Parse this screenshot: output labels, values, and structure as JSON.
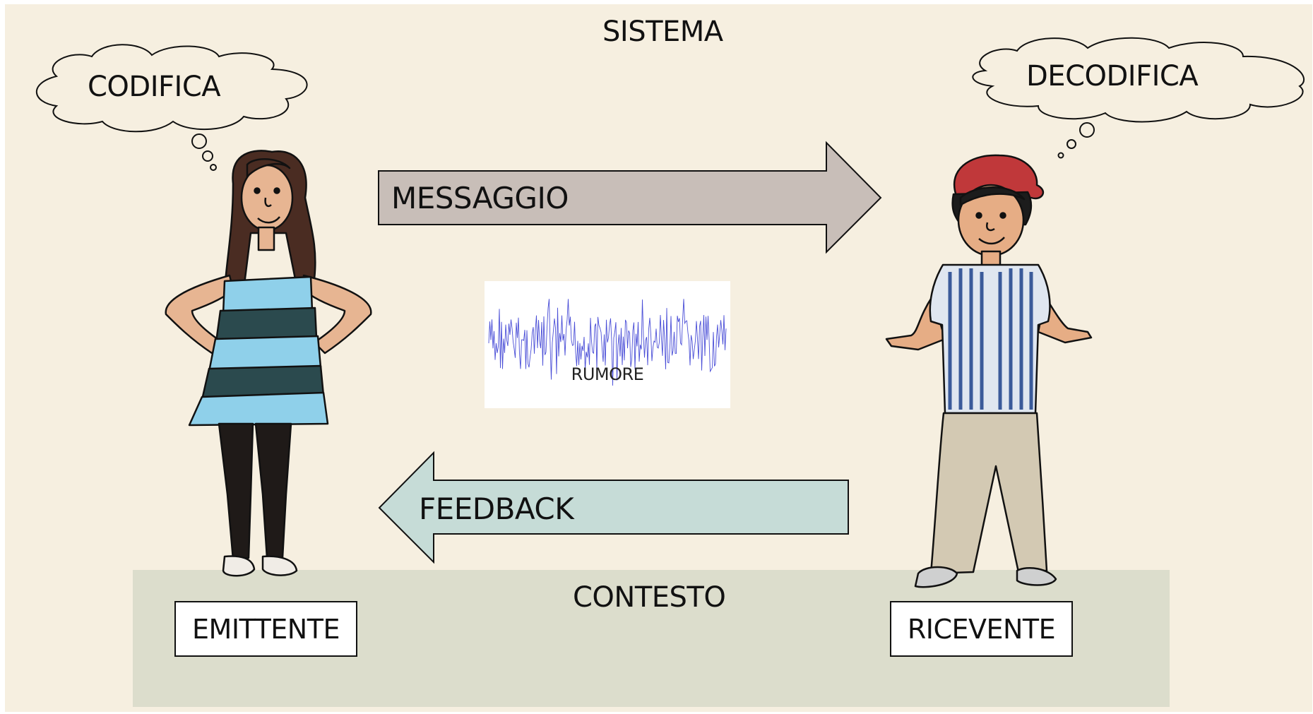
{
  "diagram": {
    "system_label": "SISTEMA",
    "context_label": "CONTESTO",
    "encode_label": "CODIFICA",
    "decode_label": "DECODIFICA",
    "message_label": "MESSAGGIO",
    "feedback_label": "FEEDBACK",
    "noise_label": "RUMORE",
    "sender_label": "EMITTENTE",
    "receiver_label": "RICEVENTE"
  },
  "colors": {
    "background": "#f6efe0",
    "context_band": "#dcddcc",
    "message_arrow": "#c8beb8",
    "feedback_arrow": "#c6dcd7",
    "noise_wave": "#2a2fd0",
    "stroke": "#111111"
  }
}
